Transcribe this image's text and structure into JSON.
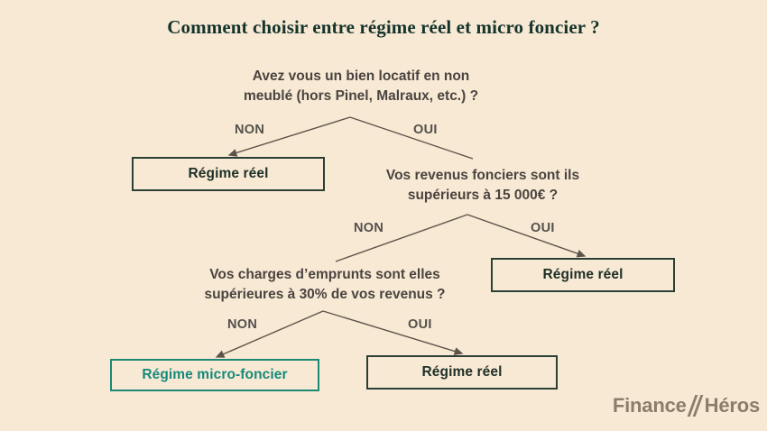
{
  "page": {
    "title": "Comment choisir entre régime réel et micro foncier ?",
    "background_color": "#f8e9d4",
    "text_color": "#4a4440",
    "title_color": "#15342c",
    "box_border_color": "#2b4034",
    "accent_color": "#15897a",
    "edge_color": "#5c534a"
  },
  "flowchart": {
    "type": "decision-tree",
    "questions": [
      {
        "id": "q1",
        "line1": "Avez vous un bien locatif en non",
        "line2": "meublé (hors Pinel, Malraux, etc.) ?"
      },
      {
        "id": "q2",
        "line1": "Vos revenus fonciers sont ils",
        "line2": "supérieurs à 15 000€ ?"
      },
      {
        "id": "q3",
        "line1": "Vos charges d’emprunts sont elles",
        "line2": "supérieures à 30% de vos revenus ?"
      }
    ],
    "edge_labels": {
      "q1_non": "NON",
      "q1_oui": "OUI",
      "q2_non": "NON",
      "q2_oui": "OUI",
      "q3_non": "NON",
      "q3_oui": "OUI"
    },
    "outcomes": [
      {
        "id": "outcome1",
        "label": "Régime réel",
        "style": "dark"
      },
      {
        "id": "outcome2",
        "label": "Régime réel",
        "style": "dark"
      },
      {
        "id": "outcome3",
        "label": "Régime micro-foncier",
        "style": "teal"
      },
      {
        "id": "outcome4",
        "label": "Régime réel",
        "style": "dark"
      }
    ]
  },
  "logo": {
    "word1": "Finance",
    "word2": "Héros",
    "separator_icon": "double-slash-icon"
  }
}
